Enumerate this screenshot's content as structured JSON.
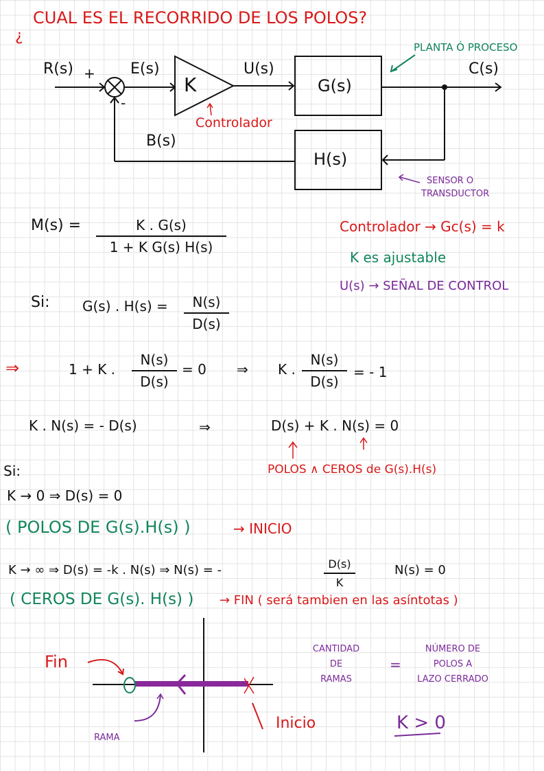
{
  "title": {
    "inv_q": "¿",
    "text": "CUAL ES EL RECORRIDO DE LOS POLOS?"
  },
  "diagram": {
    "r": "R(s)",
    "plus": "+",
    "minus": "-",
    "e": "E(s)",
    "k": "K",
    "u": "U(s)",
    "g": "G(s)",
    "c": "C(s)",
    "h": "H(s)",
    "b": "B(s)",
    "controller_note": "Controlador",
    "plant_note": "PLANTA Ó PROCESO",
    "sensor_note_1": "SENSOR O",
    "sensor_note_2": "TRANSDUCTOR"
  },
  "eq_m": {
    "lhs": "M(s) =",
    "num": "K . G(s)",
    "den": "1 + K G(s) H(s)"
  },
  "notes_right": {
    "controller": "Controlador → Gc(s) = k",
    "adjustable": "K es ajustable",
    "signal": "U(s) → SEÑAL DE CONTROL"
  },
  "eq_si": {
    "prefix": "Si:",
    "lhs": "G(s) . H(s) =",
    "num": "N(s)",
    "den": "D(s)"
  },
  "eq_2": {
    "implies": "⇒",
    "a": "1 + K .",
    "num1": "N(s)",
    "den1": "D(s)",
    "b": "= 0",
    "arrow": "⇒",
    "c": "K .",
    "num2": "N(s)",
    "den2": "D(s)",
    "d": "= - 1"
  },
  "eq_3": {
    "lhs": "K . N(s) = - D(s)",
    "arrow": "⇒",
    "rhs": "D(s) + K . N(s) = 0",
    "labels": "POLOS ∧ CEROS de G(s).H(s)"
  },
  "cases": {
    "si": "Si:",
    "k0": "K → 0   ⇒ D(s) = 0",
    "k0_note_green": "( POLOS DE G(s).H(s) )",
    "k0_note_red": "→ INICIO",
    "kinf": "K → ∞  ⇒ D(s) = -k . N(s)  ⇒  N(s) = -",
    "kinf_num": "D(s)",
    "kinf_den": "K",
    "kinf_end": "N(s) = 0",
    "kinf_note_green": "( CEROS DE G(s). H(s) )",
    "kinf_note_red": "→ FIN  ( será tambien en las asíntotas )"
  },
  "locus": {
    "fin": "Fin",
    "inicio": "Inicio",
    "rama": "RAMA",
    "count_left": [
      "CANTIDAD",
      "DE",
      "RAMAS"
    ],
    "equals": "=",
    "count_right": [
      "NÚMERO DE",
      "POLOS A",
      "LAZO CERRADO"
    ],
    "condition": "K > 0"
  },
  "colors": {
    "red": "#d81818",
    "green": "#12855a",
    "purple": "#7a2a9a"
  }
}
